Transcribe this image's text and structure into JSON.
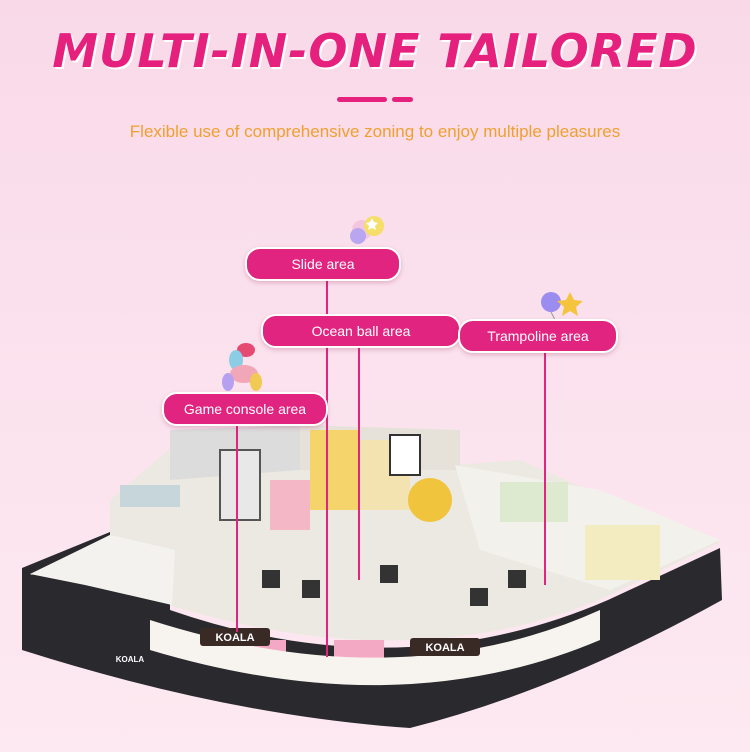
{
  "header": {
    "title": "MULTI-IN-ONE TAILORED",
    "subtitle": "Flexible use of comprehensive zoning to enjoy multiple pleasures"
  },
  "zones": [
    {
      "label": "Slide area"
    },
    {
      "label": "Ocean ball area"
    },
    {
      "label": "Trampoline area"
    },
    {
      "label": "Game console area"
    }
  ],
  "storefront": {
    "signs": [
      "KOALA",
      "KOALA",
      "KOALA"
    ]
  },
  "colors": {
    "accent": "#e5217d",
    "subtitle": "#f0a030",
    "background": "#fbe3ee"
  },
  "icons": [
    "balloon-bunch-icon",
    "balloon-dog-icon",
    "balloon-star-icon"
  ]
}
